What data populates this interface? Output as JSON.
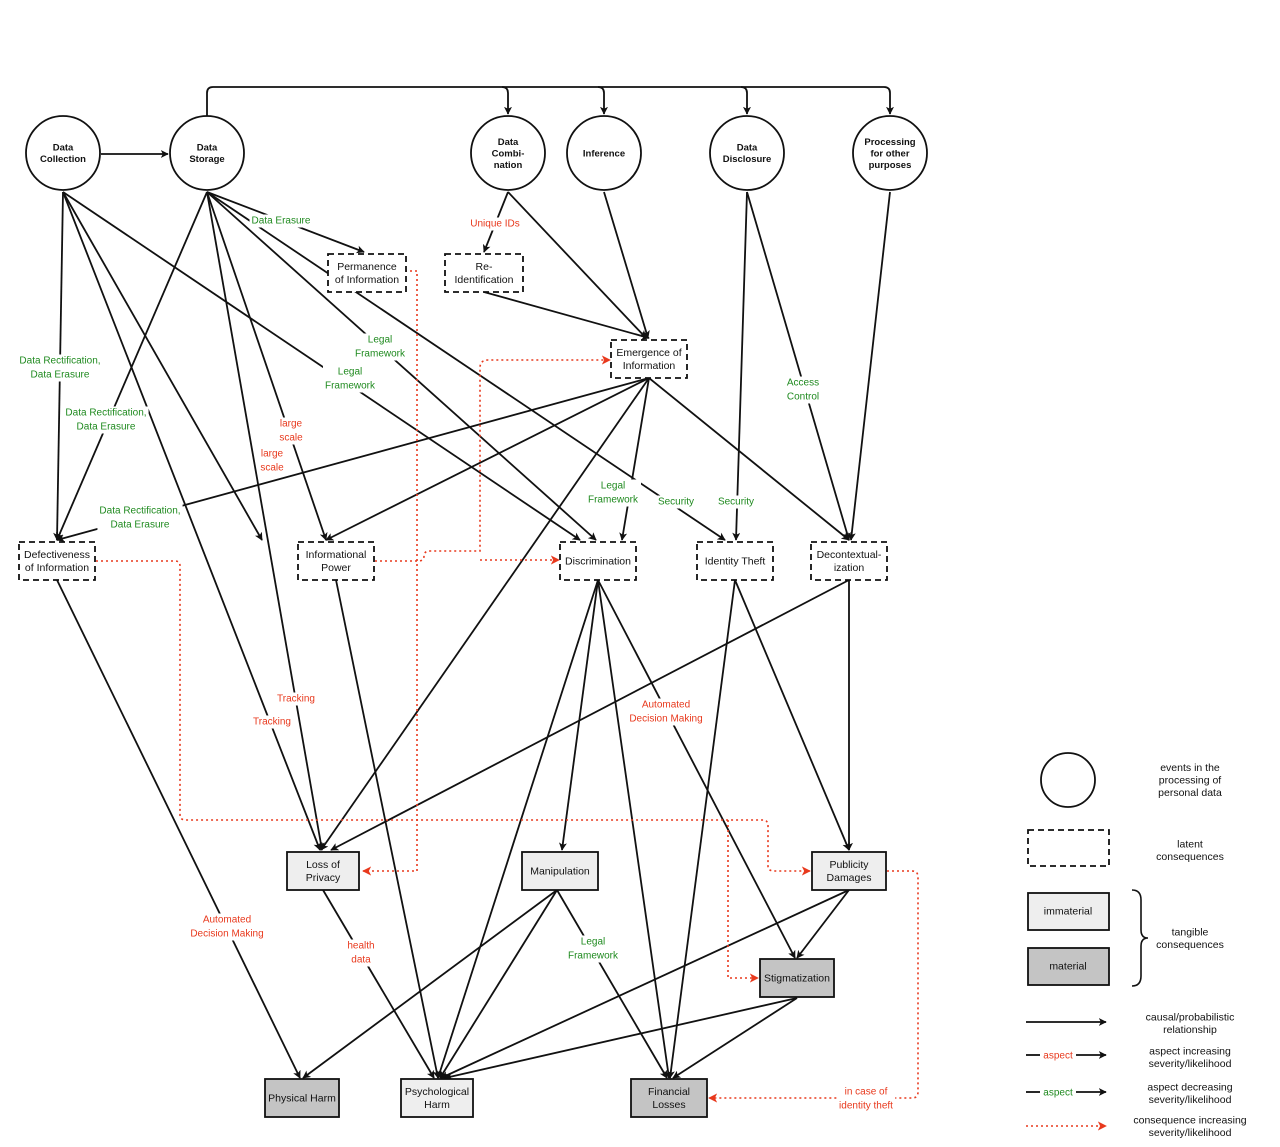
{
  "events": [
    {
      "id": "data_collection",
      "lines": [
        "Data",
        "Collection"
      ]
    },
    {
      "id": "data_storage",
      "lines": [
        "Data",
        "Storage"
      ]
    },
    {
      "id": "data_combination",
      "lines": [
        "Data",
        "Combi-",
        "nation"
      ]
    },
    {
      "id": "inference",
      "lines": [
        "Inference"
      ]
    },
    {
      "id": "data_disclosure",
      "lines": [
        "Data",
        "Disclosure"
      ]
    },
    {
      "id": "processing_other",
      "lines": [
        "Processing",
        "for other",
        "purposes"
      ]
    }
  ],
  "latent": [
    {
      "id": "permanence",
      "lines": [
        "Permanence",
        "of Information"
      ]
    },
    {
      "id": "reidentification",
      "lines": [
        "Re-",
        "Identification"
      ]
    },
    {
      "id": "emergence",
      "lines": [
        "Emergence of",
        "Information"
      ]
    },
    {
      "id": "defectiveness",
      "lines": [
        "Defectiveness",
        "of Information"
      ]
    },
    {
      "id": "informational_power",
      "lines": [
        "Informational",
        "Power"
      ]
    },
    {
      "id": "discrimination",
      "lines": [
        "Discrimination"
      ]
    },
    {
      "id": "identity_theft",
      "lines": [
        "Identity Theft"
      ]
    },
    {
      "id": "decontextualization",
      "lines": [
        "Decontextual-",
        "ization"
      ]
    }
  ],
  "tangible": [
    {
      "id": "loss_of_privacy",
      "kind": "immaterial",
      "lines": [
        "Loss of",
        "Privacy"
      ]
    },
    {
      "id": "manipulation",
      "kind": "immaterial",
      "lines": [
        "Manipulation"
      ]
    },
    {
      "id": "publicity_damages",
      "kind": "immaterial",
      "lines": [
        "Publicity",
        "Damages"
      ]
    },
    {
      "id": "stigmatization",
      "kind": "material",
      "lines": [
        "Stigmatization"
      ]
    },
    {
      "id": "physical_harm",
      "kind": "material",
      "lines": [
        "Physical Harm"
      ]
    },
    {
      "id": "psychological_harm",
      "kind": "immaterial",
      "lines": [
        "Psychological",
        "Harm"
      ]
    },
    {
      "id": "financial_losses",
      "kind": "material",
      "lines": [
        "Financial",
        "Losses"
      ]
    }
  ],
  "aspect_labels": {
    "increasing": [
      {
        "id": "unique_ids",
        "lines": [
          "Unique IDs"
        ]
      },
      {
        "id": "large_scale_1",
        "lines": [
          "large",
          "scale"
        ]
      },
      {
        "id": "large_scale_2",
        "lines": [
          "large",
          "scale"
        ]
      },
      {
        "id": "tracking_1",
        "lines": [
          "Tracking"
        ]
      },
      {
        "id": "tracking_2",
        "lines": [
          "Tracking"
        ]
      },
      {
        "id": "automated_1",
        "lines": [
          "Automated",
          "Decision Making"
        ]
      },
      {
        "id": "automated_2",
        "lines": [
          "Automated",
          "Decision Making"
        ]
      },
      {
        "id": "health_data",
        "lines": [
          "health",
          "data"
        ]
      },
      {
        "id": "in_case",
        "lines": [
          "in case of",
          "identity theft"
        ]
      }
    ],
    "decreasing": [
      {
        "id": "data_erasure",
        "lines": [
          "Data Erasure"
        ]
      },
      {
        "id": "rect_1",
        "lines": [
          "Data Rectification,",
          "Data Erasure"
        ]
      },
      {
        "id": "rect_2",
        "lines": [
          "Data Rectification,",
          "Data Erasure"
        ]
      },
      {
        "id": "rect_3",
        "lines": [
          "Data Rectification,",
          "Data Erasure"
        ]
      },
      {
        "id": "legal_1",
        "lines": [
          "Legal",
          "Framework"
        ]
      },
      {
        "id": "legal_2",
        "lines": [
          "Legal",
          "Framework"
        ]
      },
      {
        "id": "legal_3",
        "lines": [
          "Legal",
          "Framework"
        ]
      },
      {
        "id": "legal_4",
        "lines": [
          "Legal",
          "Framework"
        ]
      },
      {
        "id": "access_control",
        "lines": [
          "Access",
          "Control"
        ]
      },
      {
        "id": "security_1",
        "lines": [
          "Security"
        ]
      },
      {
        "id": "security_2",
        "lines": [
          "Security"
        ]
      }
    ]
  },
  "legend": {
    "events_lines": [
      "events in the",
      "processing of",
      "personal data"
    ],
    "latent_lines": [
      "latent",
      "consequences"
    ],
    "immaterial_label": "immaterial",
    "material_label": "material",
    "tangible_lines": [
      "tangible",
      "consequences"
    ],
    "causal_lines": [
      "causal/probabilistic",
      "relationship"
    ],
    "aspect_word": "aspect",
    "aspect_inc_lines": [
      "aspect increasing",
      "severity/likelihood"
    ],
    "aspect_dec_lines": [
      "aspect decreasing",
      "severity/likelihood"
    ],
    "consequence_lines": [
      "consequence increasing",
      "severity/likelihood"
    ]
  },
  "colors": {
    "line": "#111111",
    "increasing": "#e8391d",
    "decreasing": "#1f8a1f",
    "immaterial_fill": "#eeeeee",
    "material_fill": "#c4c4c4"
  }
}
